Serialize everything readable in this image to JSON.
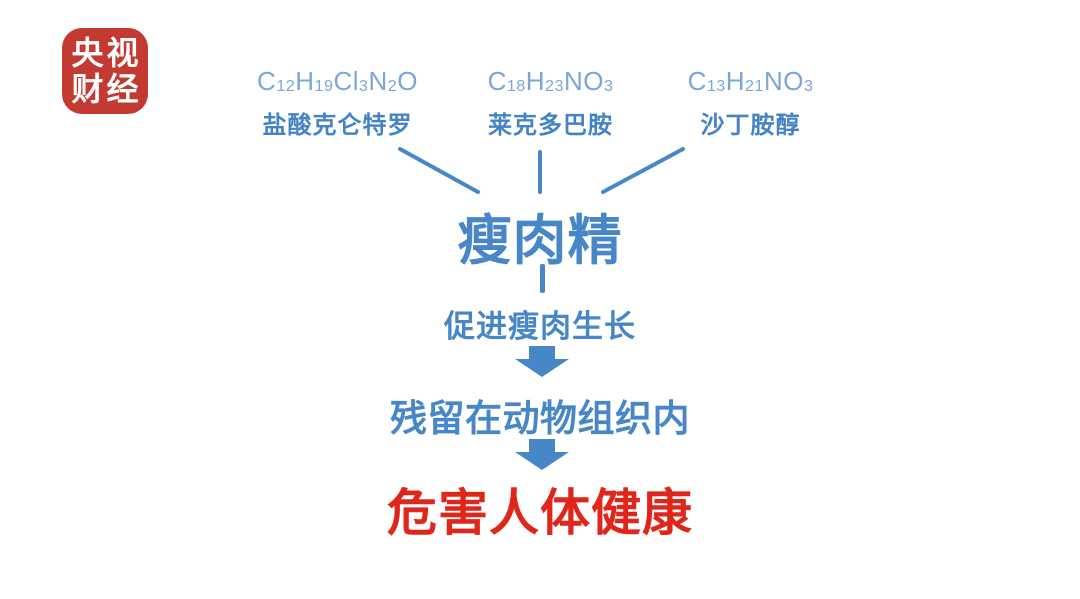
{
  "logo": {
    "line1": "央视",
    "line2": "财经",
    "background": "#c23a32",
    "text_color": "#ffffff"
  },
  "colors": {
    "formula_blue": "#7ca6d8",
    "label_blue": "#4484c6",
    "flow_blue": "#4787c8",
    "warning_red": "#e0251a"
  },
  "chemicals": [
    {
      "name": "盐酸克仑特罗",
      "formula_text": "C12H19Cl3N2O",
      "formula_parts": [
        "C",
        "12",
        "H",
        "19",
        "Cl",
        "3",
        "N",
        "2",
        "O"
      ]
    },
    {
      "name": "莱克多巴胺",
      "formula_text": "C18H23NO3",
      "formula_parts": [
        "C",
        "18",
        "H",
        "23",
        "NO",
        "3"
      ]
    },
    {
      "name": "沙丁胺醇",
      "formula_text": "C13H21NO3",
      "formula_parts": [
        "C",
        "13",
        "H",
        "21",
        "NO",
        "3"
      ]
    }
  ],
  "flow": {
    "hub": "瘦肉精",
    "steps": [
      {
        "label": "促进瘦肉生长"
      },
      {
        "label": "残留在动物组织内"
      },
      {
        "label": "危害人体健康"
      }
    ]
  }
}
